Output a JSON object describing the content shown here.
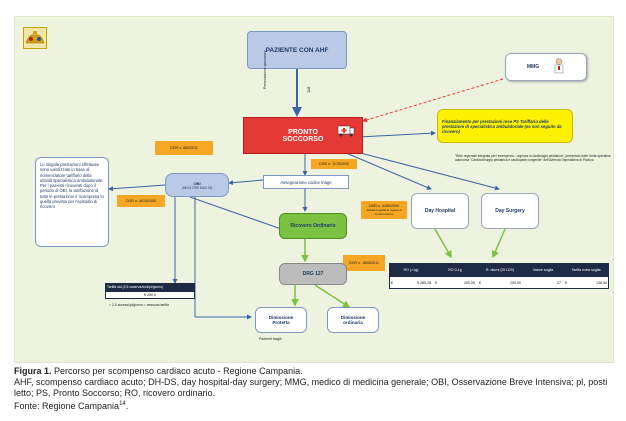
{
  "diagram": {
    "paziente": "PAZIENTE CON AHF",
    "presentazione_spontanea": "Presentazione spontanea",
    "num_118": "118",
    "mmg": "MMG",
    "pronto_soccorso_line1": "PRONTO",
    "pronto_soccorso_line2": "SOCCORSO",
    "finanziamento": "Finanziamento per prestazioni rese PS Tariffario delle prestazioni di specialistica ambulatoriale (se non seguito da ricovero)",
    "rete_regionale": "\"Rete regionale integrata per l'emergenza - urgenza in cardiologia pediatrica\", presentato dalle Unità operativa autonoma \"Cardiochirurgia pediatrica e cardiopatie congenite\" dell'Azienda Ospedaliera di Padova",
    "dgr_850": "DGR n. 850/2011",
    "dgr_1179": "DGR n. 1179/2000",
    "assegnazione": "Assegnazione codice triage",
    "obi_line1": "OBI",
    "obi_line2": "(MIN 6 ORE MAX 24)",
    "dgr_4450": "DGR n. 4450/2000",
    "dgr_4450_note": "Attività erogabili in regime di ricovero diurno",
    "day_hospital": "Day Hospital",
    "day_surgery": "Day Surgery",
    "dgr_4615": "DGR n. 4615/2005",
    "singole_prestazioni": "Le singole prestazioni effettuate sono valorizzate in base al nomenclatore tariffario della attività specialistica ambulatoriale. Per i pazienti ricoverati dopo il periodo di OBI, la tariffazione di tutte le prestazioni è ricompresa in quella prevista per l'episodio di ricovero",
    "ricovero_ordinario": "Ricovero Ordinario",
    "dgr_1805": "DGR n. 1805/2011",
    "drg": "DRG 127",
    "tariffa_header": "Tariffa std (2,5 osservazioni/pl/giorno)",
    "tariffa_value": "€ 250,0",
    "accesso_note": "> 2.5 accessi/pl/giorno = nessuna tariffa",
    "dimissione_protetta_1": "Dimissione",
    "dimissione_protetta_2": "Protetta",
    "dimissione_ordinaria_1": "Dimissione",
    "dimissione_ordinaria_2": "ordinaria",
    "pazienti_fragili": "Pazienti fragili",
    "table_headers": [
      "RO (>1g)",
      "RO 0-1g",
      "R. diurni (DH-DS)",
      "Valore soglia",
      "Tariffa extra soglia"
    ],
    "table_values": [
      "€",
      "5.285,28",
      "€",
      "200,00",
      "€",
      "200,00",
      "27",
      "€",
      "138,50"
    ]
  },
  "caption": {
    "figure_label": "Figura 1.",
    "title": " Percorso per scompenso cardiaco acuto - Regione Campania.",
    "abbreviations": "AHF, scompenso cardiaco acuto; DH-DS, day hospital-day surgery; MMG, medico di medicina generale; OBI, Osservazione Breve Intensiva; pl, posti letto; PS, Pronto Soccorso; RO, ricovero ordinario.",
    "source": "Fonte: Regione Campania",
    "source_ref": "14",
    "source_end": "."
  },
  "colors": {
    "background": "#eef3e0",
    "orange": "#f5a623",
    "red": "#e53935",
    "green": "#7cc242",
    "yellow": "#fff200",
    "blue_box": "#b9c9e6"
  }
}
